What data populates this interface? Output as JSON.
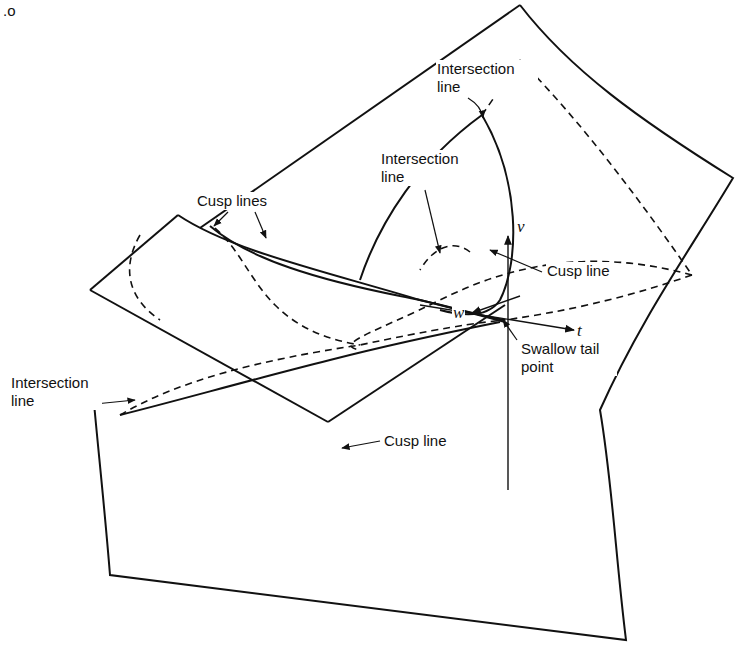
{
  "diagram": {
    "labels": [
      ".o",
      "Intersection line",
      "Cusp lines",
      "Intersection line",
      "v",
      "Cusp line",
      "Intersection line",
      "w",
      "t",
      "Swallow tail point",
      "Cusp line"
    ]
  }
}
